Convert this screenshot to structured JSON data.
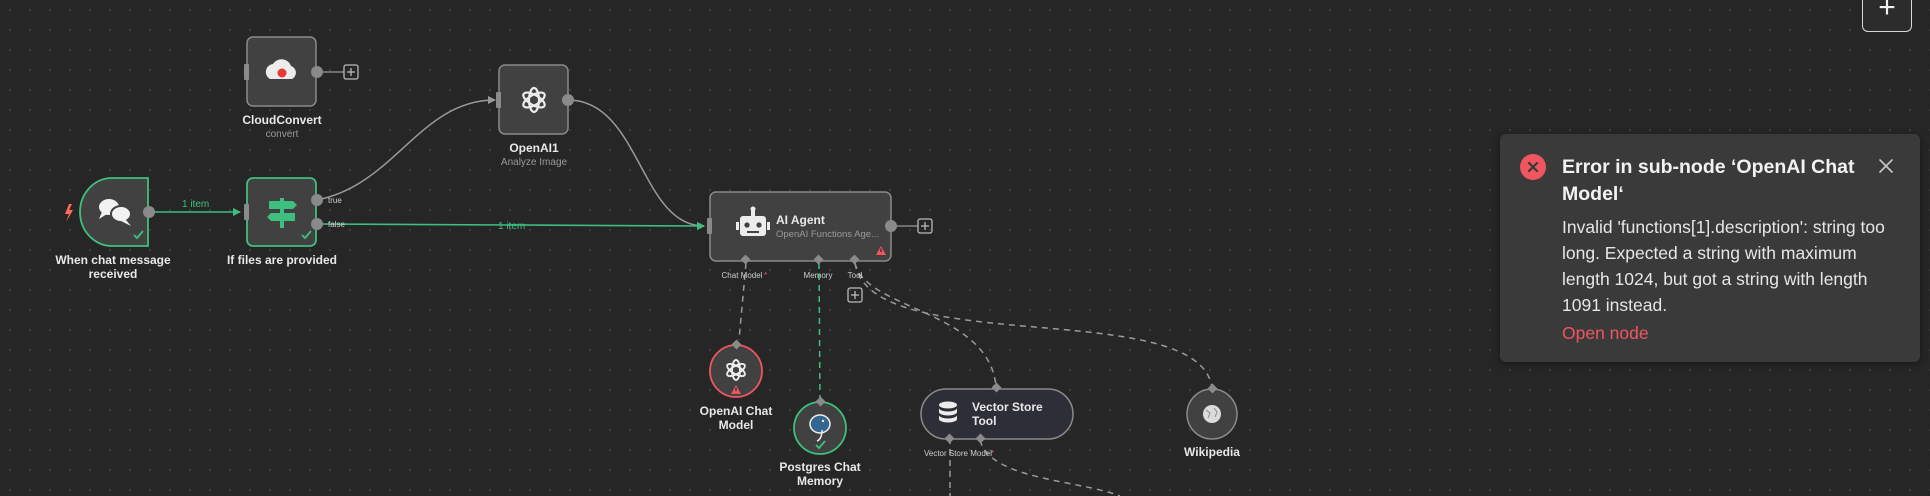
{
  "nodes": {
    "cloudconvert": {
      "title": "CloudConvert",
      "subtitle": "convert"
    },
    "openai1": {
      "title": "OpenAI1",
      "subtitle": "Analyze Image"
    },
    "chat_trigger": {
      "title_line1": "When chat message",
      "title_line2": "received"
    },
    "if_files": {
      "title": "If files are provided",
      "true_label": "true",
      "false_label": "false"
    },
    "ai_agent": {
      "title": "AI Agent",
      "subtitle": "OpenAI Functions Age...",
      "ports": {
        "chat_model": "Chat Model",
        "required_mark": "*",
        "memory": "Memory",
        "tool": "Tool"
      }
    },
    "openai_chat_model": {
      "title_line1": "OpenAI Chat",
      "title_line2": "Model"
    },
    "postgres_memory": {
      "title_line1": "Postgres Chat",
      "title_line2": "Memory"
    },
    "vector_store_tool": {
      "title_line1": "Vector Store",
      "title_line2": "Tool",
      "port_label": "Vector Store Model",
      "required_mark": "*"
    },
    "wikipedia": {
      "title": "Wikipedia"
    }
  },
  "edges": {
    "trigger_to_if": "1 item",
    "if_false_to_agent": "1 item"
  },
  "toolbar": {
    "add_button": "+"
  },
  "error_toast": {
    "title": "Error in sub-node ‘OpenAI Chat Model‘",
    "message": "Invalid 'functions[1].description': string too long. Expected a string with maximum length 1024, but got a string with length 1091 instead.",
    "link": "Open node"
  },
  "colors": {
    "canvas": "#262626",
    "node_fill": "#414141",
    "node_border": "#8a8a8a",
    "success": "#3fbf7f",
    "error": "#f0565f",
    "toast": "#3a3a3a"
  },
  "icons": {
    "cloudconvert": "cloud-convert-icon",
    "openai": "openai-logo-icon",
    "chat": "chat-bubbles-icon",
    "if": "signpost-icon",
    "agent": "robot-icon",
    "postgres": "elephant-icon",
    "vector_store": "database-icon",
    "wikipedia": "wikipedia-globe-icon",
    "trigger": "lightning-bolt-icon",
    "close": "close-icon"
  }
}
